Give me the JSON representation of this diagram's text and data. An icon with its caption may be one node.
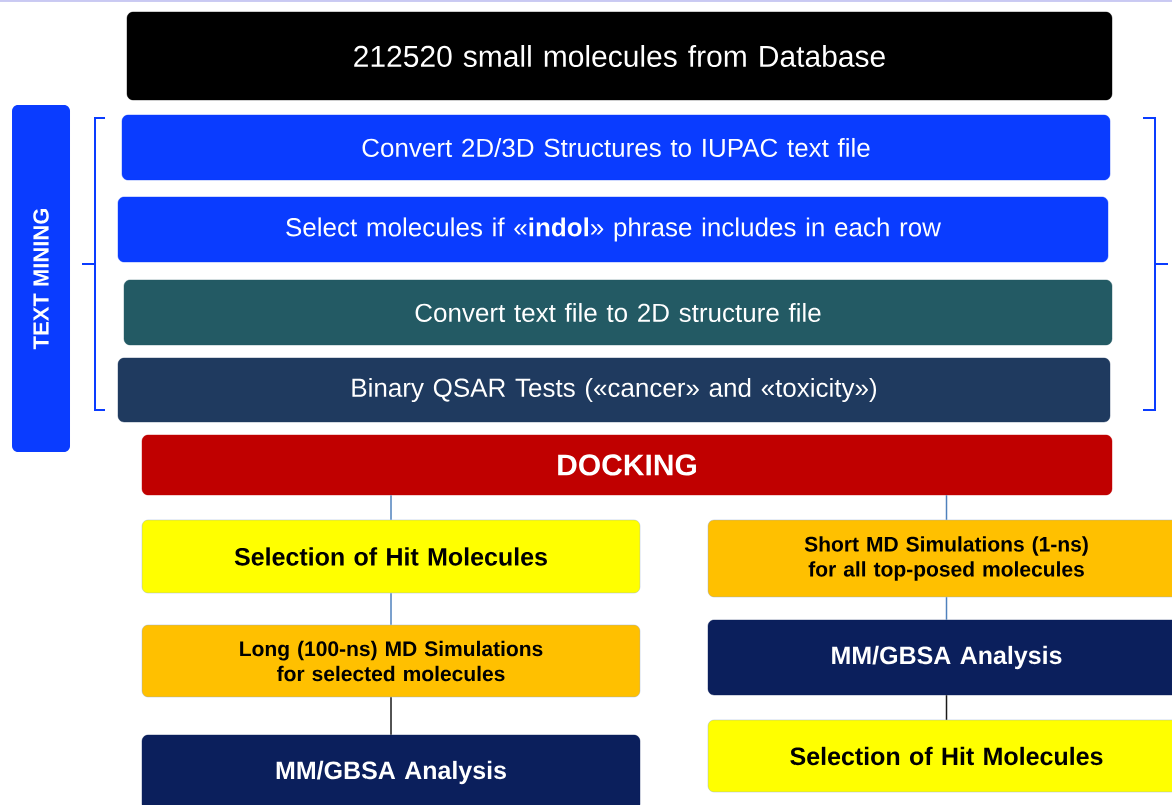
{
  "diagram": {
    "nodes": [
      {
        "text": [
          "212520 small molecules from Database"
        ]
      },
      {
        "text": [
          "TEXT MINING"
        ]
      },
      {
        "text": [
          "Convert 2D/3D Structures to IUPAC text file"
        ]
      },
      {
        "text": [
          "Select molecules if «**indol**» phrase includes in each row"
        ]
      },
      {
        "text": [
          "Convert text file to 2D structure file"
        ]
      },
      {
        "text": [
          "Binary QSAR Tests («cancer» and «toxicity»)"
        ]
      },
      {
        "text": [
          "DOCKING"
        ]
      },
      {
        "text": [
          "Selection of Hit Molecules"
        ]
      },
      {
        "text": [
          "Long (100-ns) MD Simulations for selected molecules"
        ]
      },
      {
        "text": [
          "MM/GBSA Analysis"
        ]
      },
      {
        "text": [
          "Short MD Simulations (1-ns) for all top-posed molecules"
        ]
      },
      {
        "text": [
          "MM/GBSA Analysis"
        ]
      },
      {
        "text": [
          "Selection of Hit Molecules"
        ]
      }
    ],
    "edges": [
      {
        "from": 6,
        "to": 7,
        "arrow": "none"
      },
      {
        "from": 7,
        "to": 8,
        "arrow": "none"
      },
      {
        "from": 8,
        "to": 9,
        "arrow": "none",
        "color": "#1a1a1a"
      },
      {
        "from": 6,
        "to": 10,
        "arrow": "none"
      },
      {
        "from": 10,
        "to": 11,
        "arrow": "none"
      },
      {
        "from": 11,
        "to": 12,
        "arrow": "none",
        "color": "#1a1a1a"
      }
    ]
  }
}
